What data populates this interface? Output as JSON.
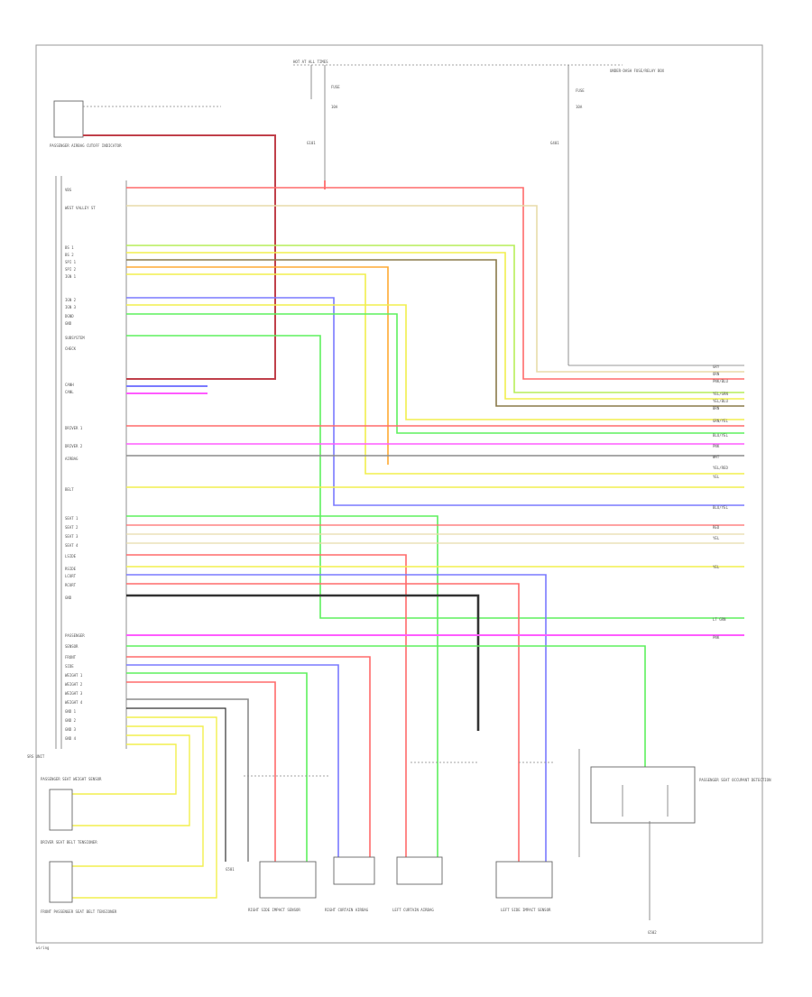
{
  "diagram": {
    "footer": "wiring",
    "top_labels": {
      "fuse_box_left": "HOT AT ALL TIMES",
      "fuse_left": "FUSE",
      "fuse_left_amp": "10A",
      "fuse_box_right": "UNDER-DASH FUSE/RELAY BOX",
      "fuse_right": "FUSE",
      "fuse_right_amp": "10A",
      "ground_top_left": "G101",
      "ground_top_mid": "G401"
    },
    "srs_unit_labels": [
      "VBS",
      "WEST VALLEY ST",
      "BS 1",
      "BS 2",
      "SPI 1",
      "SPI 2",
      "IGN 1",
      "IGN 2",
      "IGN 3",
      "DGND",
      "GND",
      "SUBSYSTEM",
      "CHECK",
      "CANH",
      "CANL",
      "DRIVER 1",
      "DRIVER 2",
      "AIRBAG",
      "BELT",
      "SEAT 1",
      "SEAT 2",
      "SEAT 3",
      "SEAT 4",
      "LSIDE",
      "RSIDE",
      "LCURT",
      "RCURT",
      "GND",
      "PASSENGER",
      "SENSOR",
      "FRONT",
      "SIDE",
      "WEIGHT 1",
      "WEIGHT 2",
      "WEIGHT 3",
      "WEIGHT 4",
      "GND 1",
      "GND 2",
      "GND 3",
      "GND 4"
    ],
    "wire_labels_right": [
      "GRY",
      "ORN",
      "PNK/BLU",
      "YEL/GRN",
      "YEL/BLU",
      "BRN",
      "GRN/YEL",
      "BLU/YEL",
      "PNK",
      "WHT",
      "YEL/RED",
      "YEL",
      "BLU/YEL",
      "RED",
      "YEL",
      "YEL",
      "LT GRN",
      "PNK"
    ],
    "component_labels": {
      "passenger_airbag": "PASSENGER AIRBAG CUTOFF INDICATOR",
      "srs_unit": "SRS UNIT",
      "weight_sensor": "PASSENGER SEAT WEIGHT SENSOR",
      "driver_belt": "DRIVER SEAT BELT TENSIONER",
      "passenger_belt": "FRONT PASSENGER SEAT BELT TENSIONER",
      "right_side": "RIGHT SIDE IMPACT SENSOR",
      "right_curtain": "RIGHT CURTAIN AIRBAG",
      "left_curtain": "LEFT CURTAIN AIRBAG",
      "left_side": "LEFT SIDE IMPACT SENSOR",
      "occupant": "PASSENGER SEAT OCCUPANT DETECTION",
      "ground_bottom": "G501",
      "ground_bottom_right": "G502"
    },
    "colors": {
      "red": "#ff6b6b",
      "pink": "#ff5cff",
      "yellow": "#f2ef4e",
      "green": "#5ef05e",
      "blue": "#7a7aff",
      "orange": "#ffaa33",
      "tan": "#e8dcaa",
      "brown": "#8a7a4a",
      "gray": "#8c8c8c",
      "black": "#333333",
      "lime": "#b7ee5a",
      "darkred": "#c0404a"
    }
  }
}
